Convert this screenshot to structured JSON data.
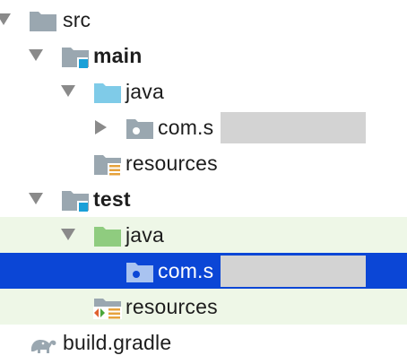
{
  "tree": {
    "src_label": "src",
    "main_label": "main",
    "main_java_label": "java",
    "main_package_label": "com.s",
    "main_resources_label": "resources",
    "test_label": "test",
    "test_java_label": "java",
    "test_package_label": "com.s",
    "test_resources_label": "resources",
    "build_gradle_label": "build.gradle"
  },
  "colors": {
    "selection": "#0b46d6",
    "row_highlight": "#eef7e7",
    "folder_gray": "#9aa7b0",
    "source_root_blue": "#7fcbe8",
    "test_root_green": "#8fcc7f",
    "module_badge_blue": "#1aa0d8"
  },
  "icons": {
    "src": "folder-icon",
    "main": "module-folder-icon",
    "main_java": "source-root-folder-icon",
    "main_package": "package-icon",
    "main_resources": "resources-folder-icon",
    "test": "module-folder-icon",
    "test_java": "test-source-root-folder-icon",
    "test_package": "package-icon",
    "test_resources": "test-resources-folder-icon",
    "build_gradle": "gradle-elephant-icon"
  }
}
